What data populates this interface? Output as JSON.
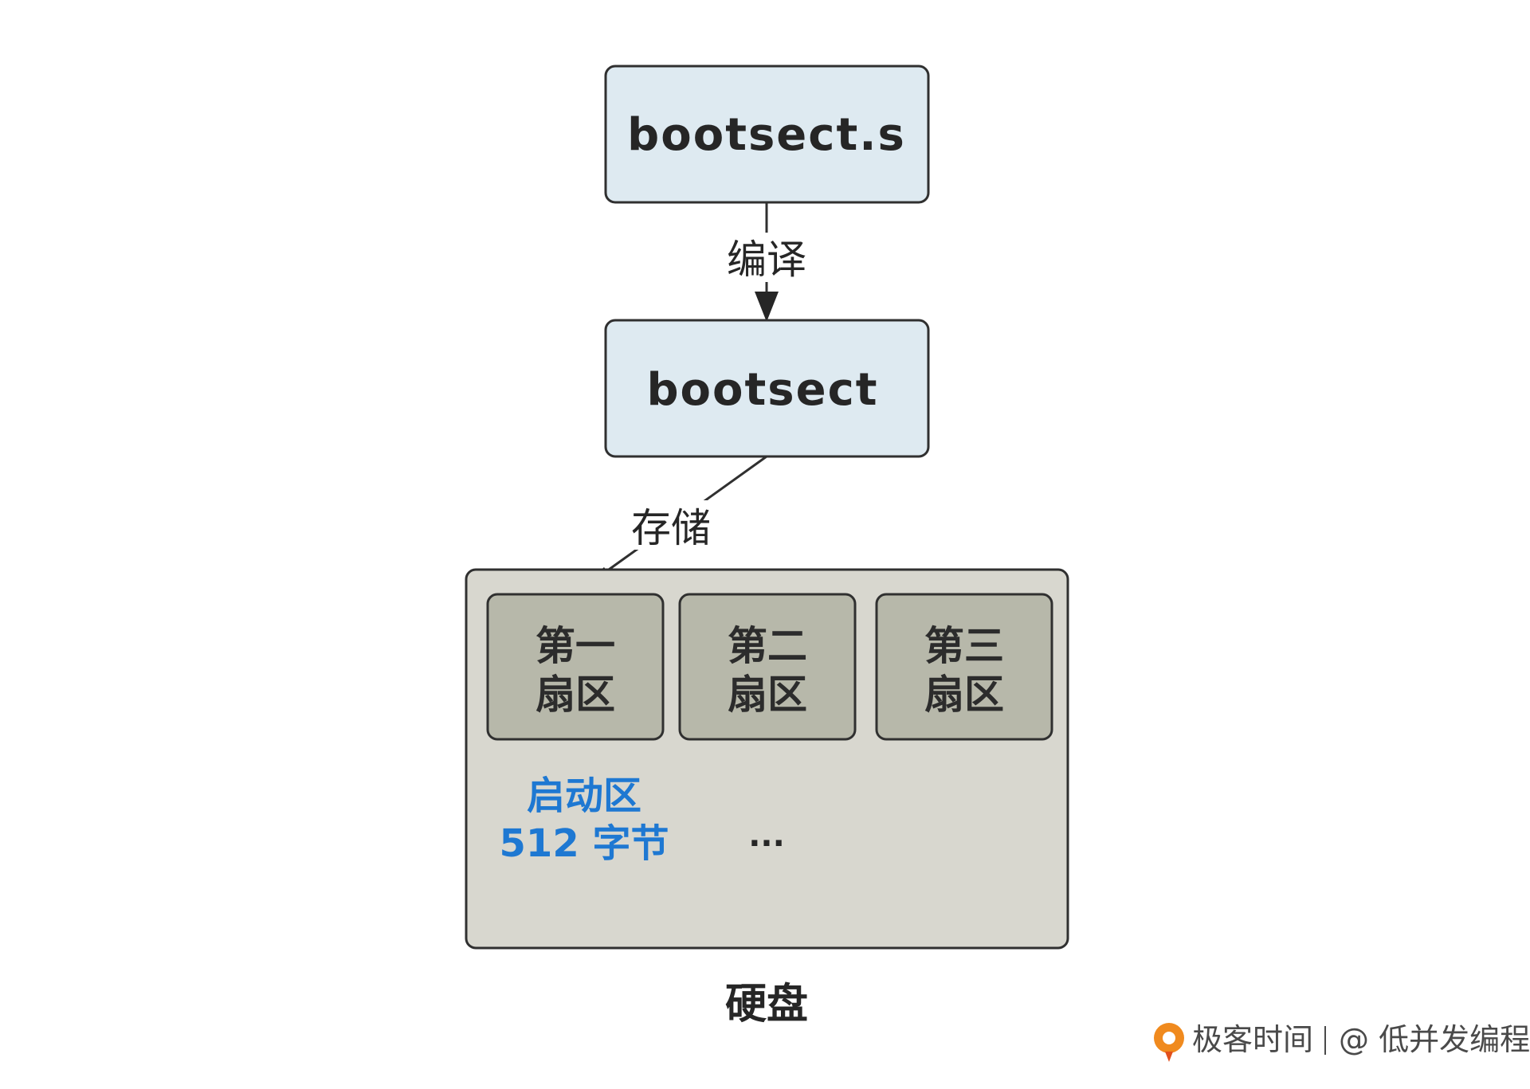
{
  "nodes": {
    "source": {
      "label": "bootsect.s"
    },
    "binary": {
      "label": "bootsect"
    }
  },
  "edges": {
    "compile": {
      "label": "编译"
    },
    "store": {
      "label": "存储"
    }
  },
  "disk": {
    "label": "硬盘",
    "sectors": [
      {
        "line1": "第一",
        "line2": "扇区"
      },
      {
        "line1": "第二",
        "line2": "扇区"
      },
      {
        "line1": "第三",
        "line2": "扇区"
      }
    ],
    "boot_area": {
      "line1": "启动区",
      "line2": "512 字节",
      "color": "#1e78d2"
    },
    "more": "..."
  },
  "branding": {
    "logo_icon": "geektime-logo-icon",
    "brand": "极客时间",
    "author": "@ 低并发编程"
  }
}
